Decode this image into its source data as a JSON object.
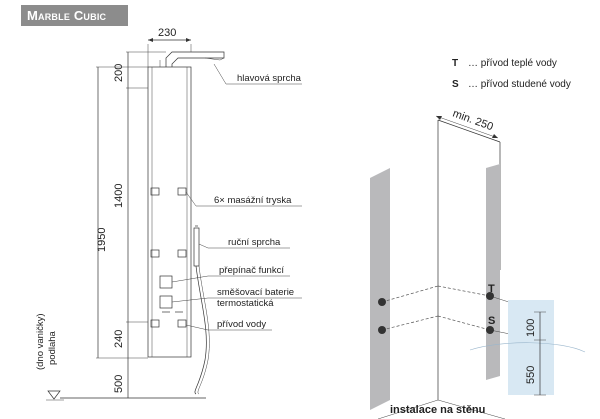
{
  "title": "Marble Cubic",
  "left_diagram": {
    "dimensions": {
      "width_top": "230",
      "h_200": "200",
      "h_1400": "1400",
      "h_1950": "1950",
      "h_240": "240",
      "h_500": "500"
    },
    "floor_label_line1": "(dno vaničky)",
    "floor_label_line2": "podlaha",
    "callouts": {
      "head_shower": "hlavová sprcha",
      "jets": "6× masážní tryska",
      "hand_shower": "ruční sprcha",
      "diverter": "přepínač funkcí",
      "mixer_line1": "směšovací baterie",
      "mixer_line2": "termostatická",
      "water_inlet": "přívod vody"
    }
  },
  "right_diagram": {
    "legend": [
      {
        "key": "T",
        "text": "… přívod teplé vody"
      },
      {
        "key": "S",
        "text": "… přívod studené vody"
      }
    ],
    "min_label": "min. 250",
    "point_T": "T",
    "point_S": "S",
    "dim_100": "100",
    "dim_550": "550",
    "caption": "instalace  na stěnu"
  }
}
